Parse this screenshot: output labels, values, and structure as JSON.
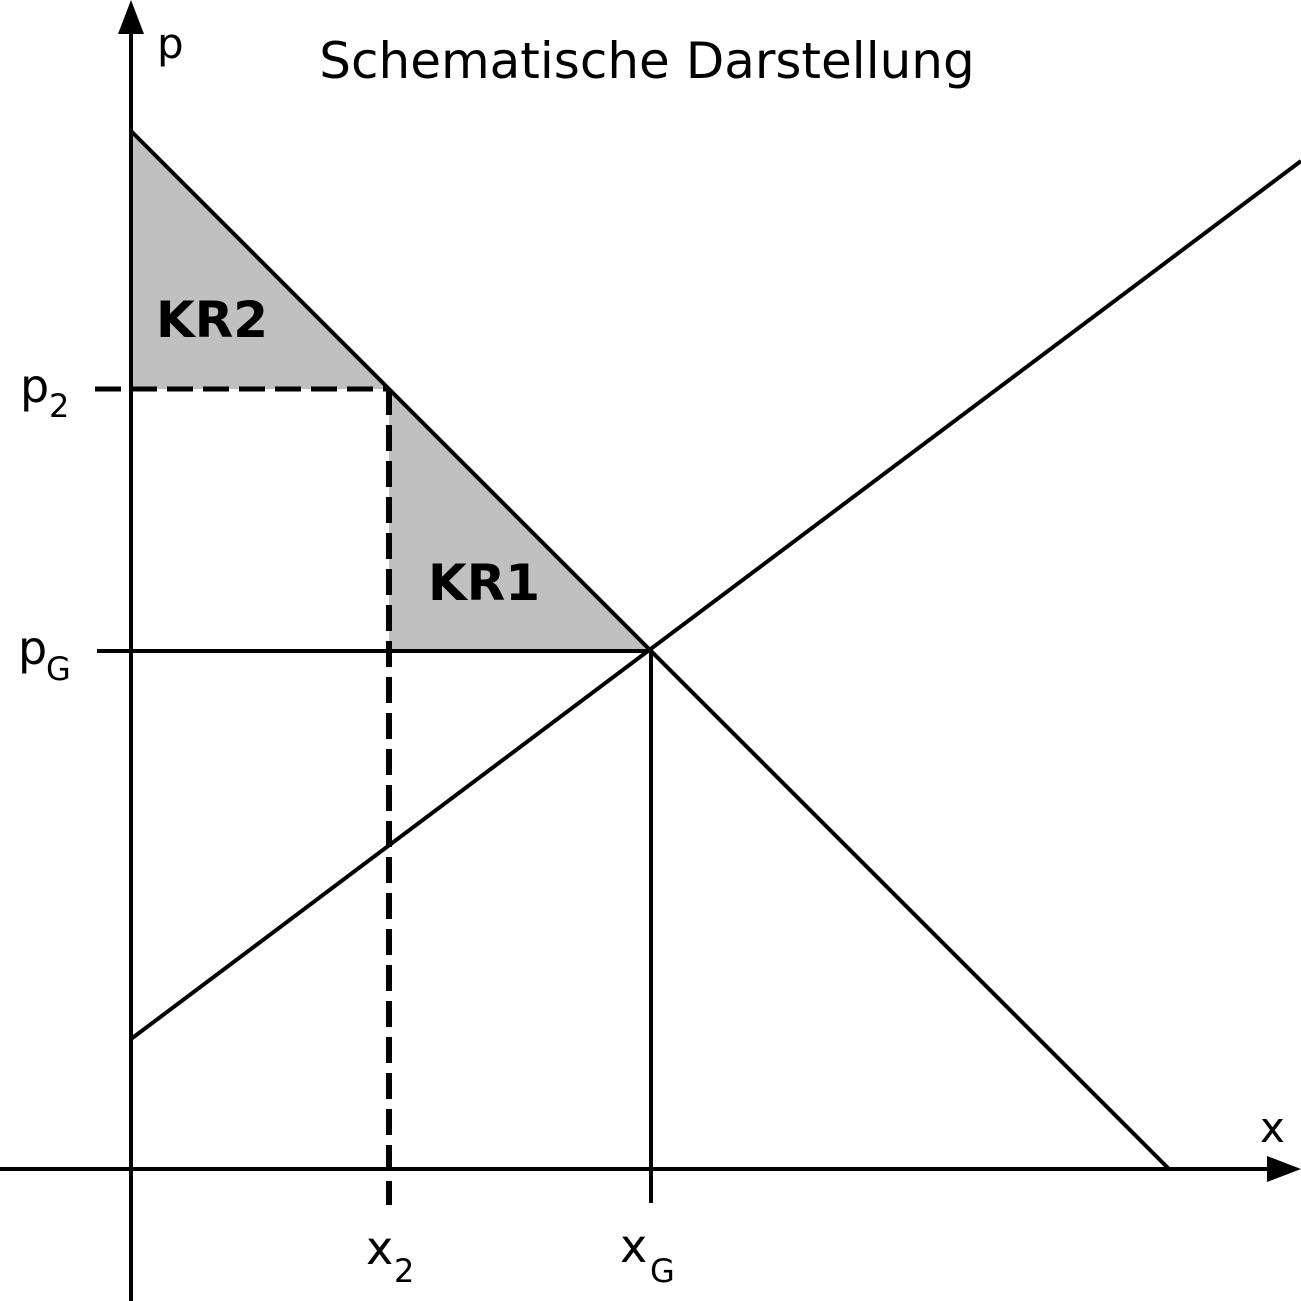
{
  "title": "Schematische Darstellung",
  "axes": {
    "x_label": "x",
    "y_label": "p"
  },
  "ticks": {
    "p2": {
      "main": "p",
      "sub": "2"
    },
    "pG": {
      "main": "p",
      "sub": "G"
    },
    "x2": {
      "main": "x",
      "sub": "2"
    },
    "xG": {
      "main": "x",
      "sub": "G"
    }
  },
  "regions": {
    "kr1": "KR1",
    "kr2": "KR2"
  },
  "colors": {
    "line": "#000000",
    "region_fill": "#c0c0c0",
    "background": "#ffffff"
  }
}
